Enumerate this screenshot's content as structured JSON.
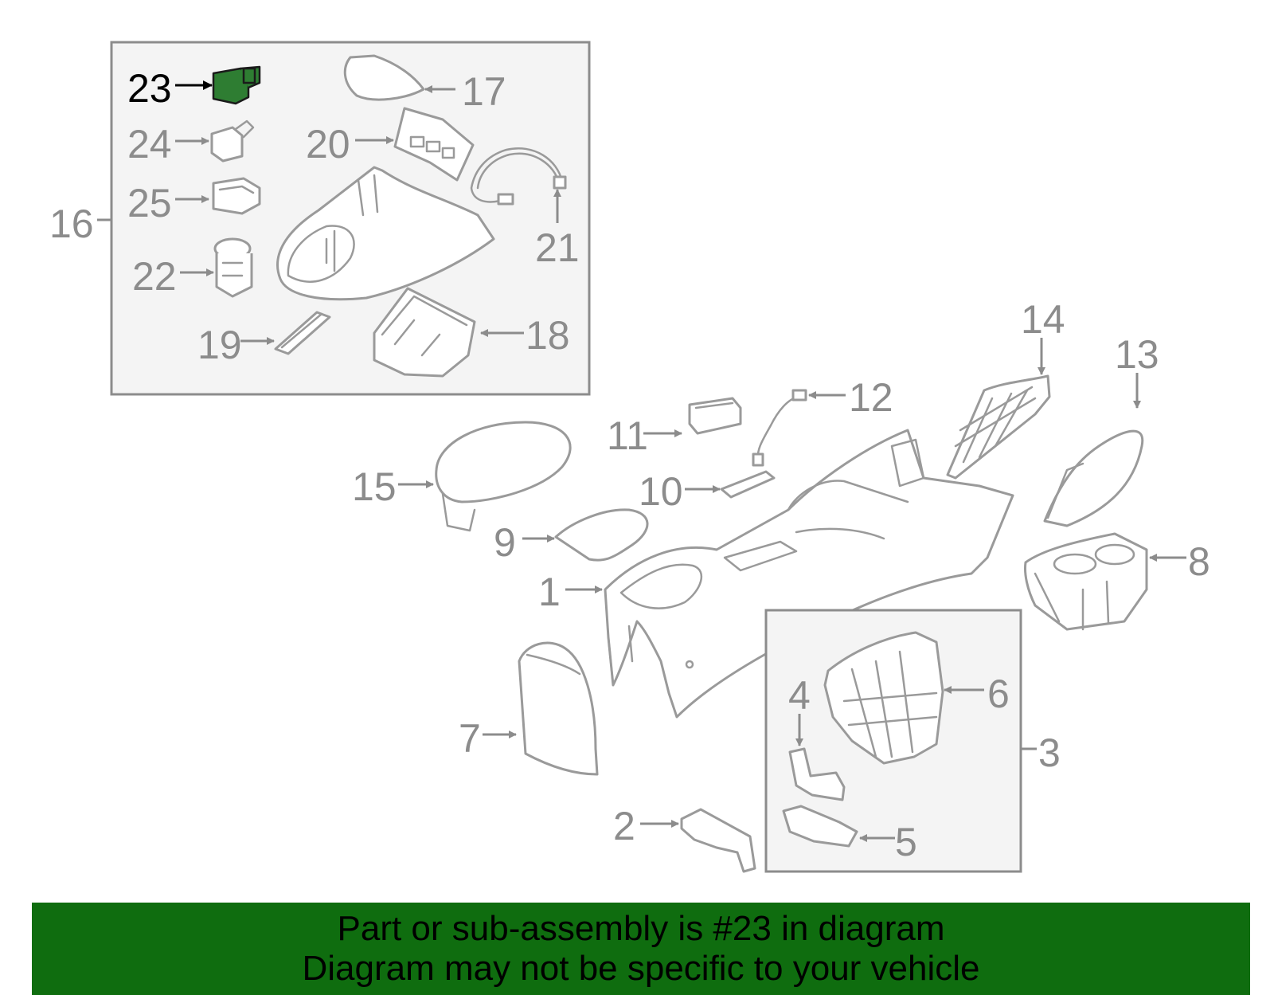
{
  "diagram": {
    "callouts": [
      "1",
      "2",
      "3",
      "4",
      "5",
      "6",
      "7",
      "8",
      "9",
      "10",
      "11",
      "12",
      "13",
      "14",
      "15",
      "16",
      "17",
      "18",
      "19",
      "20",
      "21",
      "22",
      "23",
      "24",
      "25"
    ],
    "highlighted_part": "23"
  },
  "banner": {
    "line1": "Part or sub-assembly is #23 in diagram",
    "line2": "Diagram may not be specific to your vehicle"
  },
  "colors": {
    "banner_bg": "#0f6d0f",
    "highlight_part": "#2e7d32",
    "line_art": "#9a9a9a",
    "callout_text": "#8c8c8c"
  }
}
